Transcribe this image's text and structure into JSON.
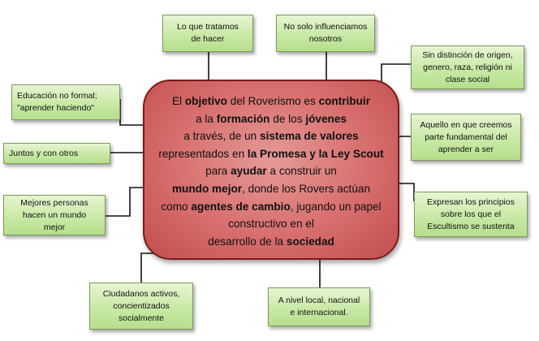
{
  "boxes": {
    "lo_que_tratamos": "Lo que tratamos\nde hacer",
    "no_solo": "No solo influenciamos\nnosotros",
    "sin_distincion": "Sin distinción de  origen,\ngenero, raza, religión ni\nclase social",
    "educacion": "Educación no formal;\n\"aprender haciendo\"",
    "aquello": "Aquello en que creemos\nparte fundamental del\naprender  a ser",
    "juntos": "Juntos y con otros",
    "mejores": "Mejores personas\nhacen un mundo\nmejor",
    "expresan": "Expresan los principios\nsobre los que  el\nEscultismo se sustenta",
    "ciudadanos": "Ciudadanos activos,\nconcientizados\nsocialmente",
    "a_nivel": "A nivel local, nacional\ne internacional."
  },
  "central": {
    "l1a": "El ",
    "l1b": "objetivo",
    "l1c": " del Roverismo es ",
    "l1d": "contribuir",
    "l2a": "a la ",
    "l2b": "formación",
    "l2c": " de los  ",
    "l2d": "jóvenes",
    "l3a": "a través, de un ",
    "l3b": "sistema de valores",
    "l4a": "representados en ",
    "l4b": "la Promesa y la Ley Scout",
    "l5a": "para ",
    "l5b": "ayudar",
    "l5c": " a construir un",
    "l6a": "mundo mejor",
    "l6b": ", donde los Rovers actúan",
    "l7a": "como ",
    "l7b": "agentes de cambio",
    "l7c": ", jugando un papel",
    "l8": "constructivo en el",
    "l9a": "desarrollo de la ",
    "l9b": "sociedad"
  }
}
